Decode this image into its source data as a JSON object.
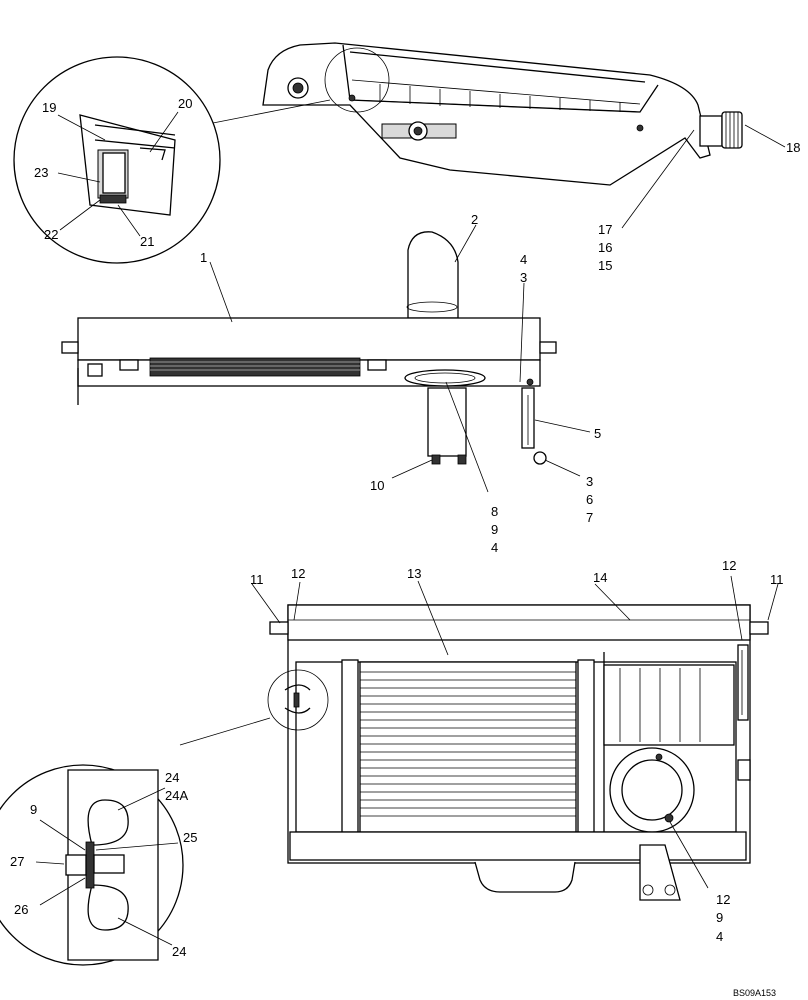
{
  "drawing_id": "BS09A153",
  "callouts": {
    "c1": "1",
    "c2": "2",
    "c3a": "3",
    "c3b": "3",
    "c4a": "4",
    "c4b": "4",
    "c4c": "4",
    "c5": "5",
    "c6": "6",
    "c7": "7",
    "c8": "8",
    "c9a": "9",
    "c9b": "9",
    "c9c": "9",
    "c10": "10",
    "c11a": "11",
    "c11b": "11",
    "c12a": "12",
    "c12b": "12",
    "c12c": "12",
    "c13": "13",
    "c14": "14",
    "c15": "15",
    "c16": "16",
    "c17": "17",
    "c18": "18",
    "c19": "19",
    "c20": "20",
    "c21": "21",
    "c22": "22",
    "c23": "23",
    "c24a": "24",
    "c24b": "24A",
    "c24c": "24",
    "c25": "25",
    "c26": "26",
    "c27": "27"
  }
}
